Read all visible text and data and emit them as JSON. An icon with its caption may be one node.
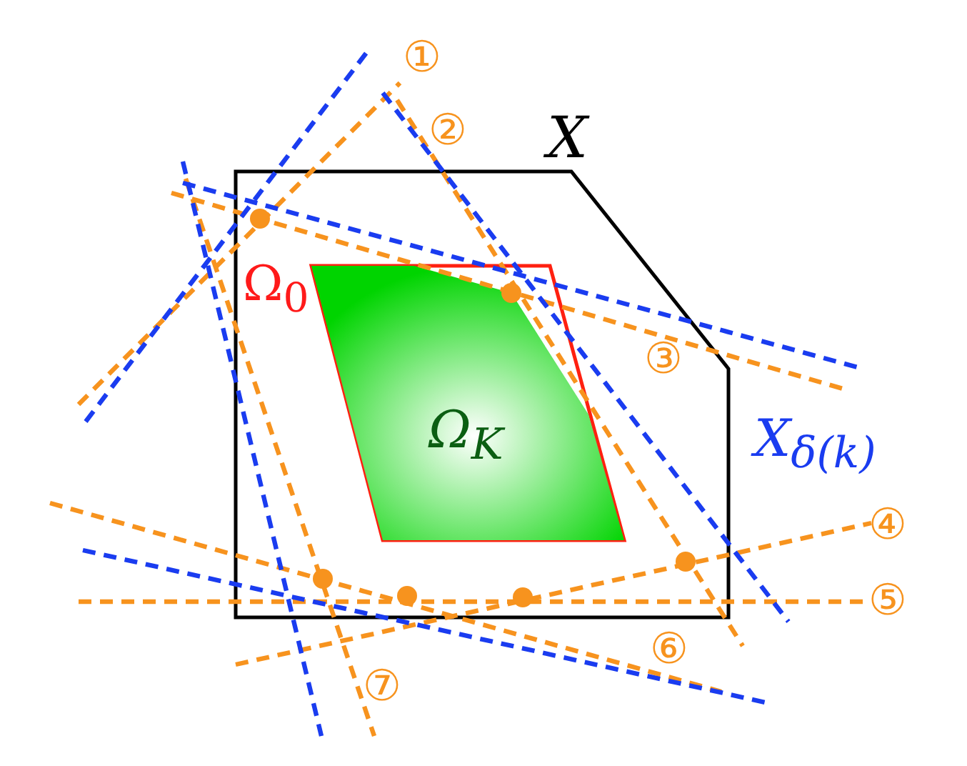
{
  "diagram": {
    "nodes": [
      {
        "text": [
          "X"
        ]
      },
      {
        "text": [
          "Ω$_{0}$"
        ],
        "in": 0
      },
      {
        "text": [
          "Ω$_{K}$"
        ],
        "in": 1
      }
    ],
    "edges": [],
    "labels": [
      "①",
      "②",
      "③",
      "X$_{δ(k)}$",
      "④",
      "⑤",
      "⑥",
      "⑦"
    ]
  }
}
